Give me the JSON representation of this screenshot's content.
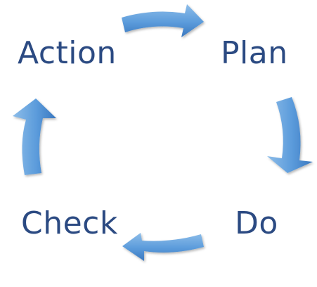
{
  "colors": {
    "text": "#2b4a82",
    "arrow_light": "#8dbde9",
    "arrow_mid": "#5b9bdb",
    "arrow_dark": "#3a78bf"
  },
  "cycle": {
    "steps": [
      {
        "id": "plan",
        "label": "Plan"
      },
      {
        "id": "do",
        "label": "Do"
      },
      {
        "id": "check",
        "label": "Check"
      },
      {
        "id": "action",
        "label": "Action"
      }
    ],
    "arrows": [
      {
        "from": "action",
        "to": "plan",
        "icon": "curved-arrow-right-icon"
      },
      {
        "from": "plan",
        "to": "do",
        "icon": "curved-arrow-down-icon"
      },
      {
        "from": "do",
        "to": "check",
        "icon": "curved-arrow-left-icon"
      },
      {
        "from": "check",
        "to": "action",
        "icon": "curved-arrow-up-icon"
      }
    ]
  }
}
